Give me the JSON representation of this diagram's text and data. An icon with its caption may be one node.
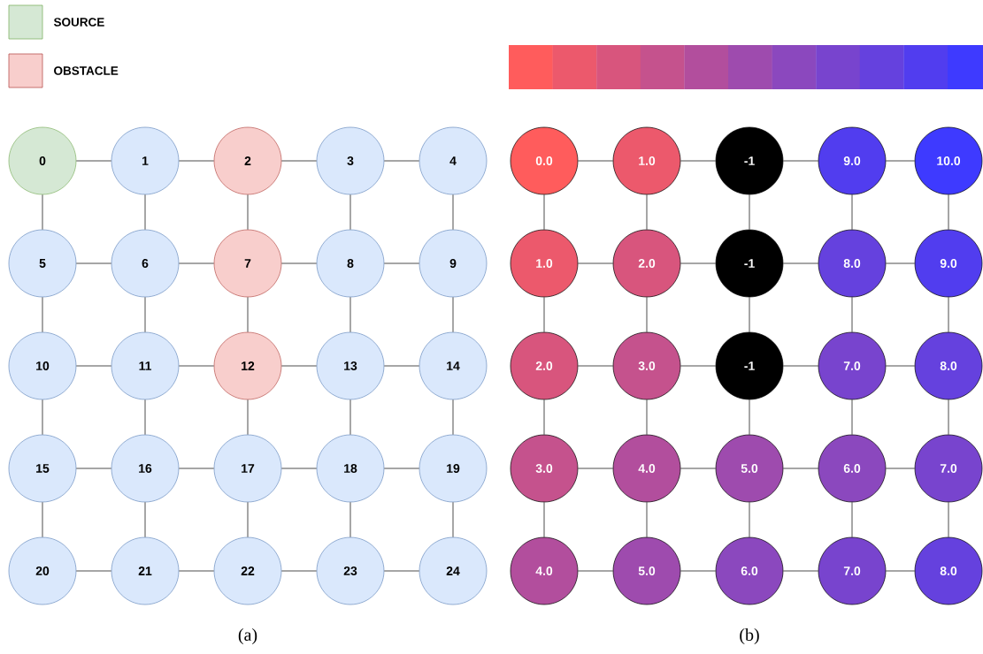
{
  "diagram": {
    "nodes": [
      {
        "text": [
          "0"
        ]
      },
      {
        "text": [
          "1"
        ]
      },
      {
        "text": [
          "2"
        ]
      },
      {
        "text": [
          "3"
        ]
      },
      {
        "text": [
          "4"
        ]
      },
      {
        "text": [
          "5"
        ]
      },
      {
        "text": [
          "6"
        ]
      },
      {
        "text": [
          "7"
        ]
      },
      {
        "text": [
          "8"
        ]
      },
      {
        "text": [
          "9"
        ]
      },
      {
        "text": [
          "10"
        ]
      },
      {
        "text": [
          "11"
        ]
      },
      {
        "text": [
          "12"
        ]
      },
      {
        "text": [
          "13"
        ]
      },
      {
        "text": [
          "14"
        ]
      },
      {
        "text": [
          "15"
        ]
      },
      {
        "text": [
          "16"
        ]
      },
      {
        "text": [
          "17"
        ]
      },
      {
        "text": [
          "18"
        ]
      },
      {
        "text": [
          "19"
        ]
      },
      {
        "text": [
          "20"
        ]
      },
      {
        "text": [
          "21"
        ]
      },
      {
        "text": [
          "22"
        ]
      },
      {
        "text": [
          "23"
        ]
      },
      {
        "text": [
          "24"
        ]
      },
      {
        "text": [
          "0.0"
        ]
      },
      {
        "text": [
          "1.0"
        ]
      },
      {
        "text": [
          "-1"
        ]
      },
      {
        "text": [
          "9.0"
        ]
      },
      {
        "text": [
          "10.0"
        ]
      },
      {
        "text": [
          "1.0"
        ]
      },
      {
        "text": [
          "2.0"
        ]
      },
      {
        "text": [
          "-1"
        ]
      },
      {
        "text": [
          "8.0"
        ]
      },
      {
        "text": [
          "9.0"
        ]
      },
      {
        "text": [
          "2.0"
        ]
      },
      {
        "text": [
          "3.0"
        ]
      },
      {
        "text": [
          "-1"
        ]
      },
      {
        "text": [
          "7.0"
        ]
      },
      {
        "text": [
          "8.0"
        ]
      },
      {
        "text": [
          "3.0"
        ]
      },
      {
        "text": [
          "4.0"
        ]
      },
      {
        "text": [
          "5.0"
        ]
      },
      {
        "text": [
          "6.0"
        ]
      },
      {
        "text": [
          "7.0"
        ]
      },
      {
        "text": [
          "4.0"
        ]
      },
      {
        "text": [
          "5.0"
        ]
      },
      {
        "text": [
          "6.0"
        ]
      },
      {
        "text": [
          "7.0"
        ]
      },
      {
        "text": [
          "8.0"
        ]
      }
    ],
    "edges": [
      {
        "from": 0,
        "to": 1,
        "arrow": "none"
      },
      {
        "from": 1,
        "to": 2,
        "arrow": "none"
      },
      {
        "from": 2,
        "to": 3,
        "arrow": "none"
      },
      {
        "from": 3,
        "to": 4,
        "arrow": "none"
      },
      {
        "from": 5,
        "to": 6,
        "arrow": "none"
      },
      {
        "from": 6,
        "to": 7,
        "arrow": "none"
      },
      {
        "from": 7,
        "to": 8,
        "arrow": "none"
      },
      {
        "from": 8,
        "to": 9,
        "arrow": "none"
      },
      {
        "from": 10,
        "to": 11,
        "arrow": "none"
      },
      {
        "from": 11,
        "to": 12,
        "arrow": "none"
      },
      {
        "from": 12,
        "to": 13,
        "arrow": "none"
      },
      {
        "from": 13,
        "to": 14,
        "arrow": "none"
      },
      {
        "from": 15,
        "to": 16,
        "arrow": "none"
      },
      {
        "from": 16,
        "to": 17,
        "arrow": "none"
      },
      {
        "from": 17,
        "to": 18,
        "arrow": "none"
      },
      {
        "from": 18,
        "to": 19,
        "arrow": "none"
      },
      {
        "from": 20,
        "to": 21,
        "arrow": "none"
      },
      {
        "from": 21,
        "to": 22,
        "arrow": "none"
      },
      {
        "from": 22,
        "to": 23,
        "arrow": "none"
      },
      {
        "from": 23,
        "to": 24,
        "arrow": "none"
      },
      {
        "from": 0,
        "to": 5,
        "arrow": "none"
      },
      {
        "from": 1,
        "to": 6,
        "arrow": "none"
      },
      {
        "from": 2,
        "to": 7,
        "arrow": "none"
      },
      {
        "from": 3,
        "to": 8,
        "arrow": "none"
      },
      {
        "from": 4,
        "to": 9,
        "arrow": "none"
      },
      {
        "from": 5,
        "to": 10,
        "arrow": "none"
      },
      {
        "from": 6,
        "to": 11,
        "arrow": "none"
      },
      {
        "from": 7,
        "to": 12,
        "arrow": "none"
      },
      {
        "from": 8,
        "to": 13,
        "arrow": "none"
      },
      {
        "from": 9,
        "to": 14,
        "arrow": "none"
      },
      {
        "from": 10,
        "to": 15,
        "arrow": "none"
      },
      {
        "from": 11,
        "to": 16,
        "arrow": "none"
      },
      {
        "from": 12,
        "to": 17,
        "arrow": "none"
      },
      {
        "from": 13,
        "to": 18,
        "arrow": "none"
      },
      {
        "from": 14,
        "to": 19,
        "arrow": "none"
      },
      {
        "from": 15,
        "to": 20,
        "arrow": "none"
      },
      {
        "from": 16,
        "to": 21,
        "arrow": "none"
      },
      {
        "from": 17,
        "to": 22,
        "arrow": "none"
      },
      {
        "from": 18,
        "to": 23,
        "arrow": "none"
      },
      {
        "from": 19,
        "to": 24,
        "arrow": "none"
      },
      {
        "from": 25,
        "to": 26,
        "arrow": "none"
      },
      {
        "from": 26,
        "to": 27,
        "arrow": "none"
      },
      {
        "from": 27,
        "to": 28,
        "arrow": "none"
      },
      {
        "from": 28,
        "to": 29,
        "arrow": "none"
      },
      {
        "from": 30,
        "to": 31,
        "arrow": "none"
      },
      {
        "from": 31,
        "to": 32,
        "arrow": "none"
      },
      {
        "from": 32,
        "to": 33,
        "arrow": "none"
      },
      {
        "from": 33,
        "to": 34,
        "arrow": "none"
      },
      {
        "from": 35,
        "to": 36,
        "arrow": "none"
      },
      {
        "from": 36,
        "to": 37,
        "arrow": "none"
      },
      {
        "from": 37,
        "to": 38,
        "arrow": "none"
      },
      {
        "from": 38,
        "to": 39,
        "arrow": "none"
      },
      {
        "from": 40,
        "to": 41,
        "arrow": "none"
      },
      {
        "from": 41,
        "to": 42,
        "arrow": "none"
      },
      {
        "from": 42,
        "to": 43,
        "arrow": "none"
      },
      {
        "from": 43,
        "to": 44,
        "arrow": "none"
      },
      {
        "from": 45,
        "to": 46,
        "arrow": "none"
      },
      {
        "from": 46,
        "to": 47,
        "arrow": "none"
      },
      {
        "from": 47,
        "to": 48,
        "arrow": "none"
      },
      {
        "from": 48,
        "to": 49,
        "arrow": "none"
      },
      {
        "from": 25,
        "to": 30,
        "arrow": "none"
      },
      {
        "from": 26,
        "to": 31,
        "arrow": "none"
      },
      {
        "from": 27,
        "to": 32,
        "arrow": "none"
      },
      {
        "from": 28,
        "to": 33,
        "arrow": "none"
      },
      {
        "from": 29,
        "to": 34,
        "arrow": "none"
      },
      {
        "from": 30,
        "to": 35,
        "arrow": "none"
      },
      {
        "from": 31,
        "to": 36,
        "arrow": "none"
      },
      {
        "from": 32,
        "to": 37,
        "arrow": "none"
      },
      {
        "from": 33,
        "to": 38,
        "arrow": "none"
      },
      {
        "from": 34,
        "to": 39,
        "arrow": "none"
      },
      {
        "from": 35,
        "to": 40,
        "arrow": "none"
      },
      {
        "from": 36,
        "to": 41,
        "arrow": "none"
      },
      {
        "from": 37,
        "to": 42,
        "arrow": "none"
      },
      {
        "from": 38,
        "to": 43,
        "arrow": "none"
      },
      {
        "from": 39,
        "to": 44,
        "arrow": "none"
      },
      {
        "from": 40,
        "to": 45,
        "arrow": "none"
      },
      {
        "from": 41,
        "to": 46,
        "arrow": "none"
      },
      {
        "from": 42,
        "to": 47,
        "arrow": "none"
      },
      {
        "from": 43,
        "to": 48,
        "arrow": "none"
      },
      {
        "from": 44,
        "to": 49,
        "arrow": "none"
      }
    ],
    "labels": [
      "(a)",
      "(b)"
    ],
    "legend": [
      {
        "text": "SOURCE",
        "color": "#d5e8d4"
      },
      {
        "text": "OBSTACLE",
        "color": "#f8cecc"
      }
    ]
  }
}
